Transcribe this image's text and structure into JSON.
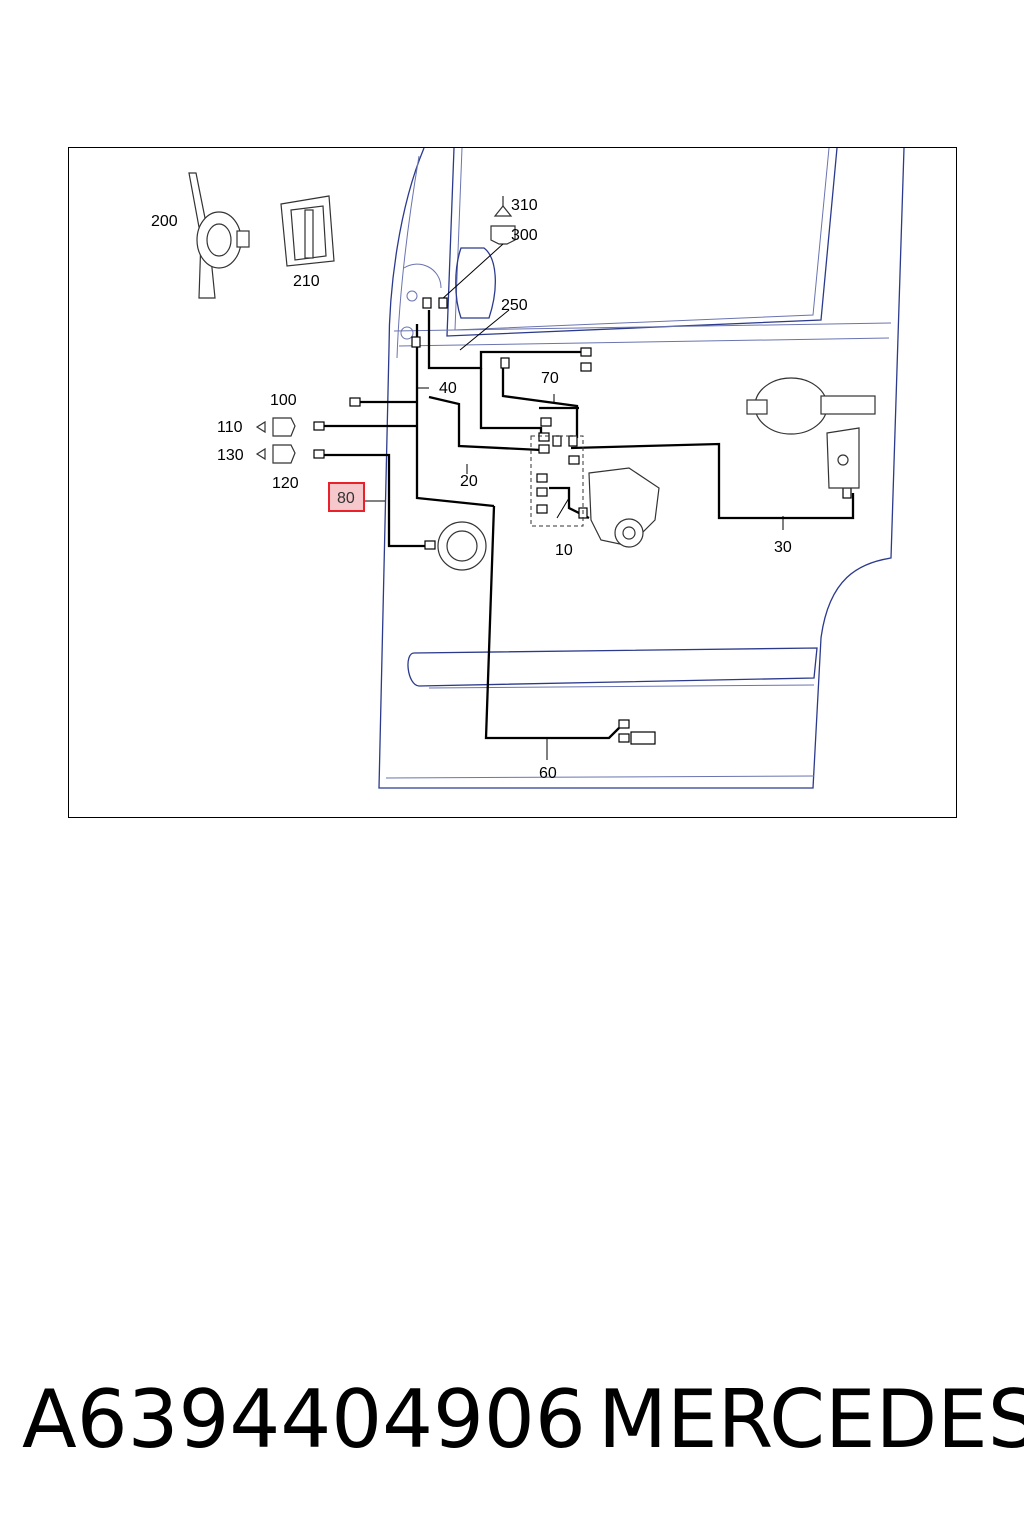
{
  "diagram": {
    "callouts": {
      "c10": "10",
      "c20": "20",
      "c30": "30",
      "c40": "40",
      "c60": "60",
      "c70": "70",
      "c80": "80",
      "c100": "100",
      "c110": "110",
      "c120": "120",
      "c130": "130",
      "c200": "200",
      "c210": "210",
      "c250": "250",
      "c300": "300",
      "c310": "310"
    },
    "highlighted_callout": "80",
    "highlight_color": "#e8212b"
  },
  "caption": {
    "part_number": "A6394404906",
    "brand": "MERCEDES"
  }
}
